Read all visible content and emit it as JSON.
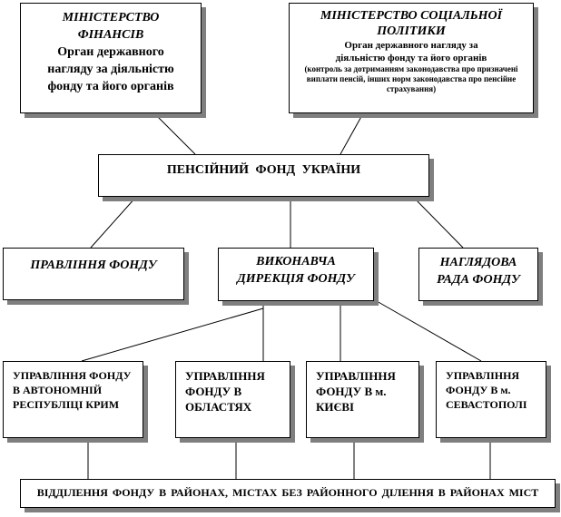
{
  "ministry_finance": {
    "title": "МІНІСТЕРСТВО ФІНАНСІВ",
    "desc": "Орган державного нагляду за діяльністю фонду та його органів"
  },
  "ministry_social": {
    "title": "МІНІСТЕРСТВО СОЦІАЛЬНОЇ ПОЛІТИКИ",
    "desc": "Орган державного нагляду за діяльністю фонду та його органів",
    "note": "(контроль за дотриманням законодавства про призначені виплати пенсій, інших норм законодавства про пенсійне страхування)"
  },
  "pension_fund": {
    "title": "ПЕНСІЙНИЙ ФОНД УКРАЇНИ"
  },
  "board": {
    "title": "ПРАВЛІННЯ ФОНДУ"
  },
  "executive": {
    "title": "ВИКОНАВЧА ДИРЕКЦІЯ ФОНДУ"
  },
  "supervisory": {
    "title": "НАГЛЯДОВА РАДА ФОНДУ"
  },
  "crimea": {
    "text": "УПРАВЛІННЯ ФОНДУ В АВТОНОМНІЙ РЕСПУБЛІЦІ КРИМ"
  },
  "oblasts": {
    "text": "УПРАВЛІННЯ ФОНДУ В ОБЛАСТЯХ"
  },
  "kyiv": {
    "text": "УПРАВЛІННЯ ФОНДУ В м. КИЄВІ"
  },
  "sevastopol": {
    "text": "УПРАВЛІННЯ ФОНДУ В м. СЕВАСТОПОЛІ"
  },
  "districts": {
    "text": "ВІДДІЛЕННЯ ФОНДУ В РАЙОНАХ, МІСТАХ БЕЗ РАЙОННОГО ДІЛЕННЯ В РАЙОНАХ МІСТ"
  }
}
